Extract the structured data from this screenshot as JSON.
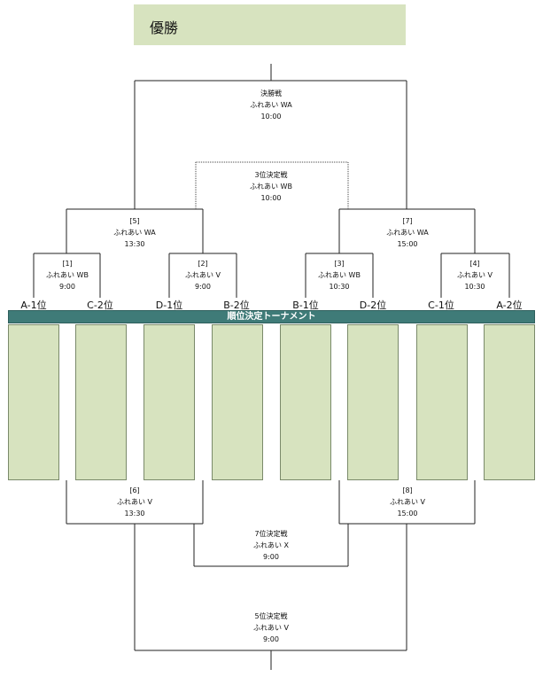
{
  "title": "優勝",
  "banner": "順位決定トーナメント",
  "teams": [
    "A-1位",
    "C-2位",
    "D-1位",
    "B-2位",
    "B-1位",
    "D-2位",
    "C-1位",
    "A-2位"
  ],
  "matches": {
    "final": {
      "name": "決勝戦",
      "venue": "ふれあい WA",
      "time": "10:00"
    },
    "third": {
      "name": "3位決定戦",
      "venue": "ふれあい WB",
      "time": "10:00"
    },
    "m5": {
      "name": "[5]",
      "venue": "ふれあい WA",
      "time": "13:30"
    },
    "m7": {
      "name": "[7]",
      "venue": "ふれあい WA",
      "time": "15:00"
    },
    "m1": {
      "name": "[1]",
      "venue": "ふれあい WB",
      "time": "9:00"
    },
    "m2": {
      "name": "[2]",
      "venue": "ふれあい V",
      "time": "9:00"
    },
    "m3": {
      "name": "[3]",
      "venue": "ふれあい WB",
      "time": "10:30"
    },
    "m4": {
      "name": "[4]",
      "venue": "ふれあい V",
      "time": "10:30"
    },
    "m6": {
      "name": "[6]",
      "venue": "ふれあい V",
      "time": "13:30"
    },
    "m8": {
      "name": "[8]",
      "venue": "ふれあい V",
      "time": "15:00"
    },
    "seventh": {
      "name": "7位決定戦",
      "venue": "ふれあい X",
      "time": "9:00"
    },
    "fifth": {
      "name": "5位決定戦",
      "venue": "ふれあい V",
      "time": "9:00"
    }
  },
  "colors": {
    "title_bg": "#d7e3bf",
    "column_bg": "#d7e3bf",
    "banner_bg": "#3f7b78"
  }
}
